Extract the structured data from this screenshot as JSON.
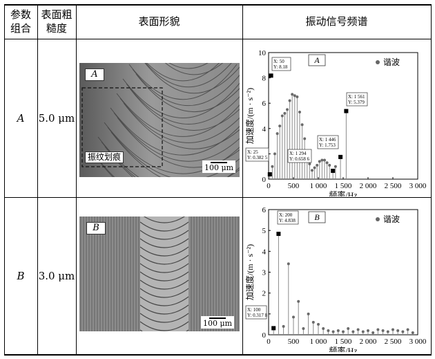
{
  "table": {
    "headers": {
      "param": "参数\n组合",
      "roughness": "表面粗\n糙度",
      "morphology": "表面形貌",
      "spectrum": "振动信号频谱"
    },
    "rows": [
      {
        "group": "A",
        "roughness": "5.0 μm",
        "photo_label": "A",
        "scale_bar": "100 μm",
        "annotation": "振纹划痕"
      },
      {
        "group": "B",
        "roughness": "3.0 μm",
        "photo_label": "B",
        "scale_bar": "100 μm"
      }
    ]
  },
  "chart_data": [
    {
      "type": "bar",
      "panel_label": "A",
      "xlabel": "频率/Hz",
      "ylabel": "加速度/(m · s⁻²)",
      "legend": "谐波",
      "xlim": [
        0,
        3000
      ],
      "ylim": [
        0,
        10
      ],
      "xticks": [
        "0",
        "500",
        "1 000",
        "1 500",
        "2 000",
        "2 500",
        "3 000"
      ],
      "yticks": [
        "0",
        "2",
        "4",
        "6",
        "8",
        "10"
      ],
      "harmonics": {
        "x": [
          25,
          75,
          125,
          175,
          225,
          275,
          325,
          375,
          425,
          475,
          525,
          575,
          625,
          675,
          725,
          775,
          825,
          875,
          925,
          975,
          1025,
          1075,
          1125,
          1175,
          1225,
          1294,
          1346,
          1446,
          1561
        ],
        "y": [
          0.38,
          1.0,
          2.0,
          3.6,
          4.2,
          5.0,
          5.2,
          5.5,
          6.2,
          6.7,
          6.6,
          6.5,
          5.3,
          4.3,
          3.2,
          2.1,
          1.2,
          0.7,
          0.9,
          1.1,
          1.4,
          1.5,
          1.5,
          1.3,
          1.1,
          0.66,
          1.0,
          1.75,
          5.38
        ]
      },
      "datatips": [
        {
          "xlabel": "X: 50",
          "ylabel": "Y: 8.18",
          "x": 50,
          "y": 8.18
        },
        {
          "xlabel": "X: 25",
          "ylabel": "Y: 0.382 5",
          "x": 25,
          "y": 0.3825
        },
        {
          "xlabel": "X: 1 294",
          "ylabel": "Y: 0.658 6",
          "x": 1294,
          "y": 0.6586
        },
        {
          "xlabel": "X: 1 446",
          "ylabel": "Y: 1.753",
          "x": 1446,
          "y": 1.753
        },
        {
          "xlabel": "X: 1 561",
          "ylabel": "Y: 5.379",
          "x": 1561,
          "y": 5.379
        }
      ]
    },
    {
      "type": "bar",
      "panel_label": "B",
      "xlabel": "频率/Hz",
      "ylabel": "加速度/(m · s⁻²)",
      "legend": "谐波",
      "xlim": [
        0,
        3000
      ],
      "ylim": [
        0,
        6
      ],
      "xticks": [
        "0",
        "500",
        "1 000",
        "1 500",
        "2 000",
        "2 500",
        "3 000"
      ],
      "yticks": [
        "0",
        "1",
        "2",
        "3",
        "4",
        "5",
        "6"
      ],
      "harmonics": {
        "x": [
          100,
          200,
          300,
          400,
          500,
          600,
          700,
          800,
          900,
          1000,
          1100,
          1200,
          1300,
          1400,
          1500,
          1600,
          1700,
          1800,
          1900,
          2000,
          2100,
          2200,
          2300,
          2400,
          2500,
          2600,
          2700,
          2800,
          2900
        ],
        "y": [
          0.32,
          4.84,
          0.4,
          3.4,
          0.85,
          1.6,
          0.3,
          1.0,
          0.6,
          0.5,
          0.3,
          0.2,
          0.15,
          0.2,
          0.15,
          0.3,
          0.15,
          0.25,
          0.15,
          0.2,
          0.1,
          0.25,
          0.2,
          0.15,
          0.25,
          0.2,
          0.15,
          0.25,
          0.1
        ]
      },
      "datatips": [
        {
          "xlabel": "X: 200",
          "ylabel": "Y: 4.838",
          "x": 200,
          "y": 4.838
        },
        {
          "xlabel": "X: 100",
          "ylabel": "Y: 0.317 8",
          "x": 100,
          "y": 0.3178
        }
      ]
    }
  ]
}
